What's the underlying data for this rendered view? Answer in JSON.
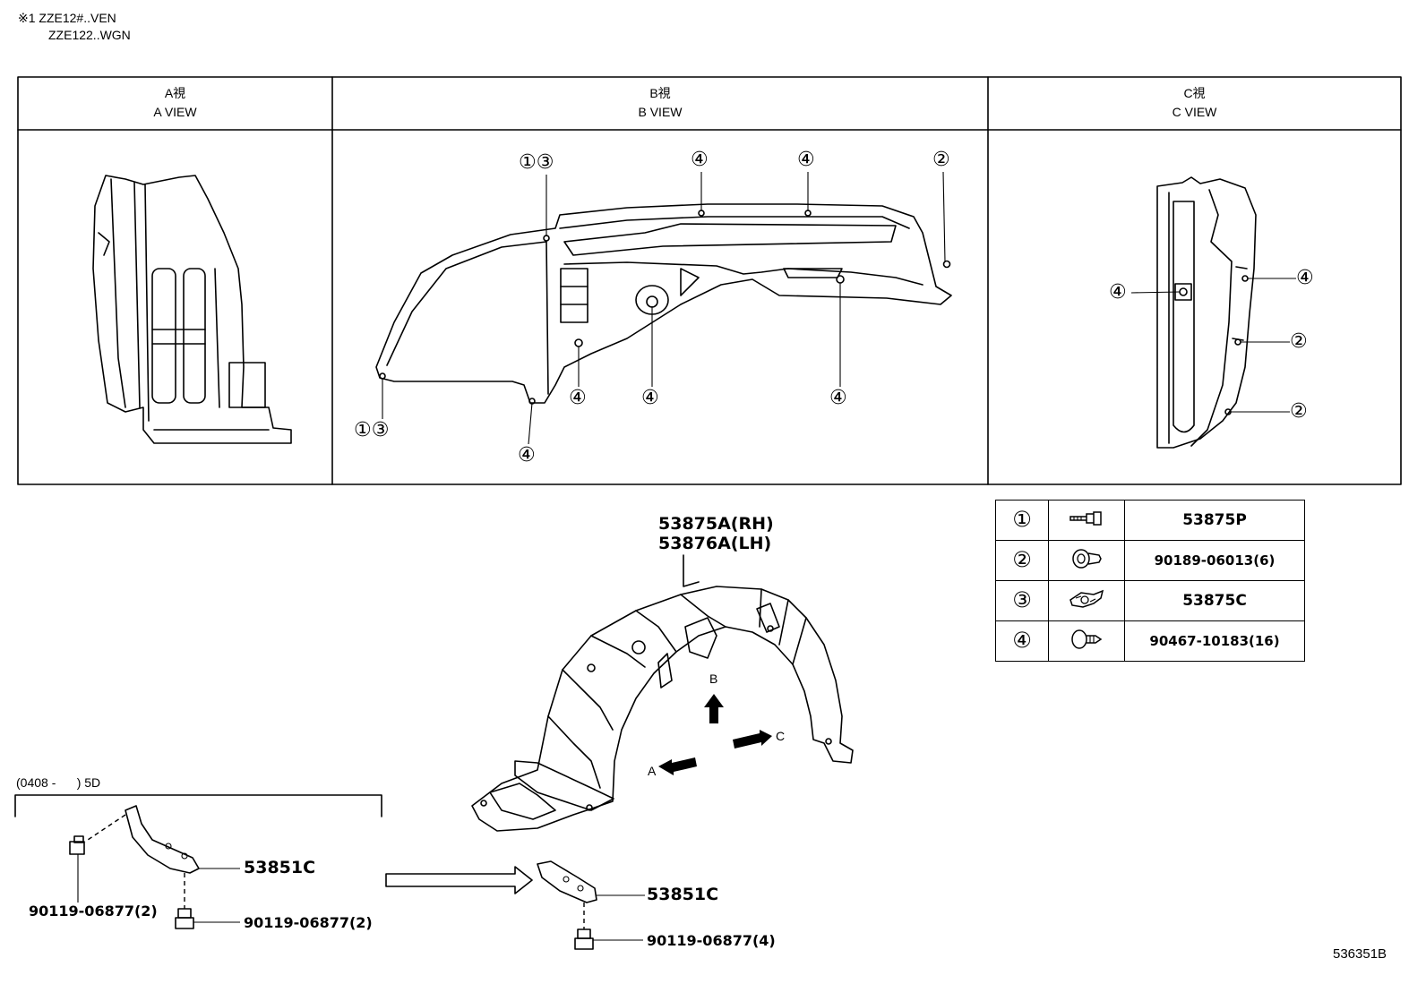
{
  "header_note": {
    "line1": "※1 ZZE12#..VEN",
    "line2": "ZZE122..WGN"
  },
  "panels": [
    {
      "title_jp": "A視",
      "title_en": "A VIEW"
    },
    {
      "title_jp": "B視",
      "title_en": "B VIEW"
    },
    {
      "title_jp": "C視",
      "title_en": "C VIEW"
    }
  ],
  "b_view_callouts": [
    "①③",
    "④",
    "④",
    "②",
    "①③",
    "④",
    "④",
    "④",
    "④"
  ],
  "c_view_callouts": [
    "④",
    "④",
    "②",
    "②"
  ],
  "main_part": {
    "rh": "53875A(RH)",
    "lh": "53876A(LH)"
  },
  "view_arrows": {
    "a": "A",
    "b": "B",
    "c": "C"
  },
  "legend": [
    {
      "ref": "①",
      "icon": "screw-icon",
      "code": "53875P"
    },
    {
      "ref": "②",
      "icon": "clip-icon",
      "code": "90189-06013(6)"
    },
    {
      "ref": "③",
      "icon": "nut-clip-icon",
      "code": "53875C"
    },
    {
      "ref": "④",
      "icon": "push-clip-icon",
      "code": "90467-10183(16)"
    }
  ],
  "variant": {
    "range": "(0408 -      ) 5D",
    "bracket": "53851C",
    "bolt_left": "90119-06877(2)",
    "bolt_right": "90119-06877(2)"
  },
  "result": {
    "bracket": "53851C",
    "bolt": "90119-06877(4)"
  },
  "diagram_id": "536351B"
}
